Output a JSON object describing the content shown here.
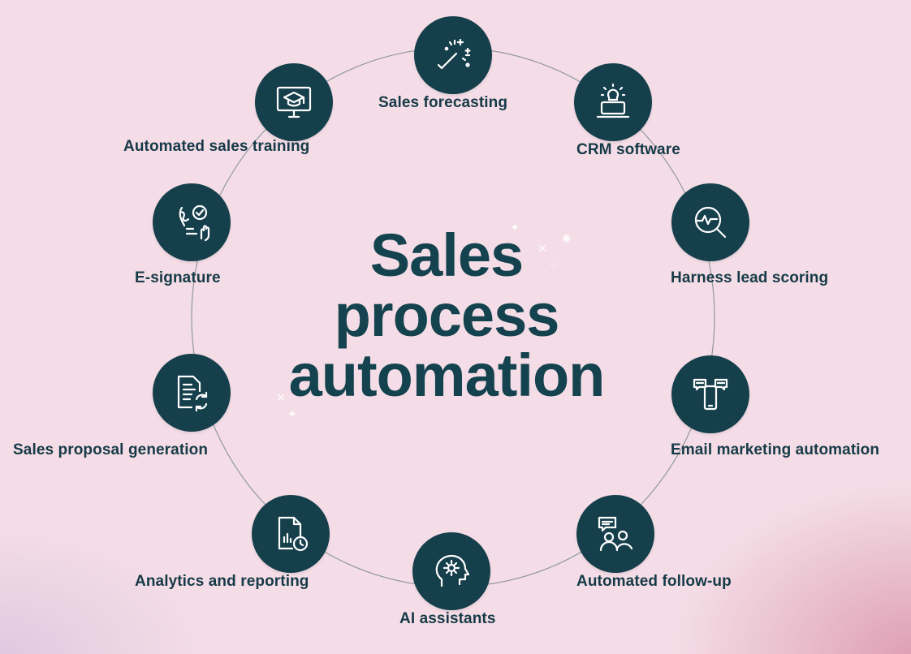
{
  "title": {
    "line1": "Sales",
    "line2": "process",
    "line3": "automation"
  },
  "nodes": [
    {
      "label": "Sales forecasting",
      "icon": "magic-wand-icon"
    },
    {
      "label": "CRM software",
      "icon": "laptop-lightbulb-icon"
    },
    {
      "label": "Harness lead scoring",
      "icon": "magnifier-pulse-icon"
    },
    {
      "label": "Email marketing automation",
      "icon": "phone-chat-icon"
    },
    {
      "label": "Automated follow-up",
      "icon": "people-chat-icon"
    },
    {
      "label": "AI assistants",
      "icon": "head-gear-icon"
    },
    {
      "label": "Analytics and reporting",
      "icon": "report-clock-icon"
    },
    {
      "label": "Sales proposal generation",
      "icon": "document-refresh-icon"
    },
    {
      "label": "E-signature",
      "icon": "hand-sign-icon"
    },
    {
      "label": "Automated sales training",
      "icon": "monitor-graduation-cap-icon"
    }
  ],
  "colors": {
    "background": "#f4dde6",
    "node": "#163f4c",
    "text": "#163a47",
    "ring": "#6f7f88"
  }
}
